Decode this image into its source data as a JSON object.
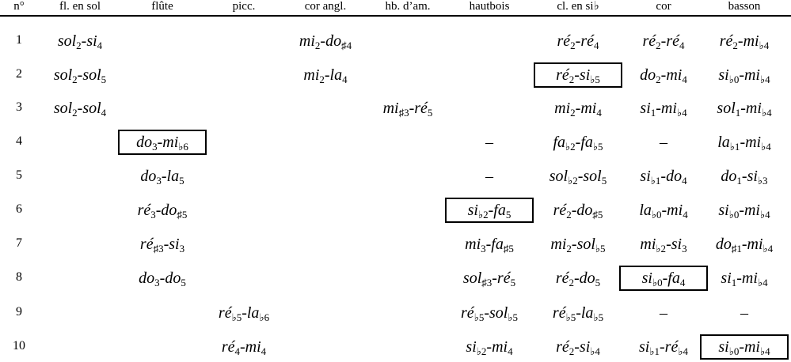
{
  "headers": [
    "n°",
    "fl. en sol",
    "flûte",
    "picc.",
    "cor angl.",
    "hb. d’am.",
    "hautbois",
    "cl. en si♭",
    "cor",
    "basson"
  ],
  "rows": [
    {
      "n": "1",
      "cells": [
        [
          {
            "t": "sol"
          },
          {
            "s": "2"
          },
          {
            "t": "-si"
          },
          {
            "s": "4"
          }
        ],
        null,
        null,
        [
          {
            "t": "mi"
          },
          {
            "s": "2"
          },
          {
            "t": "-do"
          },
          {
            "s": "♯4"
          }
        ],
        null,
        null,
        [
          {
            "t": "ré"
          },
          {
            "s": "2"
          },
          {
            "t": "-ré"
          },
          {
            "s": "4"
          }
        ],
        [
          {
            "t": "ré"
          },
          {
            "s": "2"
          },
          {
            "t": "-ré"
          },
          {
            "s": "4"
          }
        ],
        [
          {
            "t": "ré"
          },
          {
            "s": "2"
          },
          {
            "t": "-mi"
          },
          {
            "s": "♭4"
          }
        ]
      ]
    },
    {
      "n": "2",
      "cells": [
        [
          {
            "t": "sol"
          },
          {
            "s": "2"
          },
          {
            "t": "-sol"
          },
          {
            "s": "5"
          }
        ],
        null,
        null,
        [
          {
            "t": "mi"
          },
          {
            "s": "2"
          },
          {
            "t": "-la"
          },
          {
            "s": "4"
          }
        ],
        null,
        null,
        {
          "boxed": true,
          "parts": [
            {
              "t": "ré"
            },
            {
              "s": "2"
            },
            {
              "t": "-si"
            },
            {
              "s": "♭5"
            }
          ]
        },
        [
          {
            "t": "do"
          },
          {
            "s": "2"
          },
          {
            "t": "-mi"
          },
          {
            "s": "4"
          }
        ],
        [
          {
            "t": "si"
          },
          {
            "s": "♭0"
          },
          {
            "t": "-mi"
          },
          {
            "s": "♭4"
          }
        ]
      ]
    },
    {
      "n": "3",
      "cells": [
        [
          {
            "t": "sol"
          },
          {
            "s": "2"
          },
          {
            "t": "-sol"
          },
          {
            "s": "4"
          }
        ],
        null,
        null,
        null,
        [
          {
            "t": "mi"
          },
          {
            "s": "♯3"
          },
          {
            "t": "-ré"
          },
          {
            "s": "5"
          }
        ],
        null,
        [
          {
            "t": "mi"
          },
          {
            "s": "2"
          },
          {
            "t": "-mi"
          },
          {
            "s": "4"
          }
        ],
        [
          {
            "t": "si"
          },
          {
            "s": "1"
          },
          {
            "t": "-mi"
          },
          {
            "s": "♭4"
          }
        ],
        [
          {
            "t": "sol"
          },
          {
            "s": "1"
          },
          {
            "t": "-mi"
          },
          {
            "s": "♭4"
          }
        ]
      ]
    },
    {
      "n": "4",
      "cells": [
        null,
        {
          "boxed": true,
          "parts": [
            {
              "t": "do"
            },
            {
              "s": "3"
            },
            {
              "t": "-mi"
            },
            {
              "s": "♭6"
            }
          ]
        },
        null,
        null,
        null,
        [
          {
            "t": "–"
          }
        ],
        [
          {
            "t": "fa"
          },
          {
            "s": "♭2"
          },
          {
            "t": "-fa"
          },
          {
            "s": "♭5"
          }
        ],
        [
          {
            "t": "–"
          }
        ],
        [
          {
            "t": "la"
          },
          {
            "s": "♭1"
          },
          {
            "t": "-mi"
          },
          {
            "s": "♭4"
          }
        ]
      ]
    },
    {
      "n": "5",
      "cells": [
        null,
        [
          {
            "t": "do"
          },
          {
            "s": "3"
          },
          {
            "t": "-la"
          },
          {
            "s": "5"
          }
        ],
        null,
        null,
        null,
        [
          {
            "t": "–"
          }
        ],
        [
          {
            "t": "sol"
          },
          {
            "s": "♭2"
          },
          {
            "t": "-sol"
          },
          {
            "s": "5"
          }
        ],
        [
          {
            "t": "si"
          },
          {
            "s": "♭1"
          },
          {
            "t": "-do"
          },
          {
            "s": "4"
          }
        ],
        [
          {
            "t": "do"
          },
          {
            "s": "1"
          },
          {
            "t": "-si"
          },
          {
            "s": "♭3"
          }
        ]
      ]
    },
    {
      "n": "6",
      "cells": [
        null,
        [
          {
            "t": "ré"
          },
          {
            "s": "3"
          },
          {
            "t": "-do"
          },
          {
            "s": "♯5"
          }
        ],
        null,
        null,
        null,
        {
          "boxed": true,
          "parts": [
            {
              "t": "si"
            },
            {
              "s": "♭2"
            },
            {
              "t": "-fa"
            },
            {
              "s": "5"
            }
          ]
        },
        [
          {
            "t": "ré"
          },
          {
            "s": "2"
          },
          {
            "t": "-do"
          },
          {
            "s": "♯5"
          }
        ],
        [
          {
            "t": "la"
          },
          {
            "s": "♭0"
          },
          {
            "t": "-mi"
          },
          {
            "s": "4"
          }
        ],
        [
          {
            "t": "si"
          },
          {
            "s": "♭0"
          },
          {
            "t": "-mi"
          },
          {
            "s": "♭4"
          }
        ]
      ]
    },
    {
      "n": "7",
      "cells": [
        null,
        [
          {
            "t": "ré"
          },
          {
            "s": "♯3"
          },
          {
            "t": "-si"
          },
          {
            "s": "3"
          }
        ],
        null,
        null,
        null,
        [
          {
            "t": "mi"
          },
          {
            "s": "3"
          },
          {
            "t": "-fa"
          },
          {
            "s": "♯5"
          }
        ],
        [
          {
            "t": "mi"
          },
          {
            "s": "2"
          },
          {
            "t": "-sol"
          },
          {
            "s": "♭5"
          }
        ],
        [
          {
            "t": "mi"
          },
          {
            "s": "♭2"
          },
          {
            "t": "-si"
          },
          {
            "s": "3"
          }
        ],
        [
          {
            "t": "do"
          },
          {
            "s": "♯1"
          },
          {
            "t": "-mi"
          },
          {
            "s": "♭4"
          }
        ]
      ]
    },
    {
      "n": "8",
      "cells": [
        null,
        [
          {
            "t": "do"
          },
          {
            "s": "3"
          },
          {
            "t": "-do"
          },
          {
            "s": "5"
          }
        ],
        null,
        null,
        null,
        [
          {
            "t": "sol"
          },
          {
            "s": "♯3"
          },
          {
            "t": "-ré"
          },
          {
            "s": "5"
          }
        ],
        [
          {
            "t": "ré"
          },
          {
            "s": "2"
          },
          {
            "t": "-do"
          },
          {
            "s": "5"
          }
        ],
        {
          "boxed": true,
          "parts": [
            {
              "t": "si"
            },
            {
              "s": "♭0"
            },
            {
              "t": "-fa"
            },
            {
              "s": "4"
            }
          ]
        },
        [
          {
            "t": "si"
          },
          {
            "s": "1"
          },
          {
            "t": "-mi"
          },
          {
            "s": "♭4"
          }
        ]
      ]
    },
    {
      "n": "9",
      "cells": [
        null,
        null,
        [
          {
            "t": "ré"
          },
          {
            "s": "♭5"
          },
          {
            "t": "-la"
          },
          {
            "s": "♭6"
          }
        ],
        null,
        null,
        [
          {
            "t": "ré"
          },
          {
            "s": "♭5"
          },
          {
            "t": "-sol"
          },
          {
            "s": "♭5"
          }
        ],
        [
          {
            "t": "ré"
          },
          {
            "s": "♭5"
          },
          {
            "t": "-la"
          },
          {
            "s": "♭5"
          }
        ],
        [
          {
            "t": "–"
          }
        ],
        [
          {
            "t": "–"
          }
        ]
      ]
    },
    {
      "n": "10",
      "cells": [
        null,
        null,
        [
          {
            "t": "ré"
          },
          {
            "s": "4"
          },
          {
            "t": "-mi"
          },
          {
            "s": "4"
          }
        ],
        null,
        null,
        [
          {
            "t": "si"
          },
          {
            "s": "♭2"
          },
          {
            "t": "-mi"
          },
          {
            "s": "4"
          }
        ],
        [
          {
            "t": "ré"
          },
          {
            "s": "2"
          },
          {
            "t": "-si"
          },
          {
            "s": "♭4"
          }
        ],
        [
          {
            "t": "si"
          },
          {
            "s": "♭1"
          },
          {
            "t": "-ré"
          },
          {
            "s": "♭4"
          }
        ],
        {
          "boxed": true,
          "parts": [
            {
              "t": "si"
            },
            {
              "s": "♭0"
            },
            {
              "t": "-mi"
            },
            {
              "s": "♭4"
            }
          ]
        }
      ]
    }
  ]
}
